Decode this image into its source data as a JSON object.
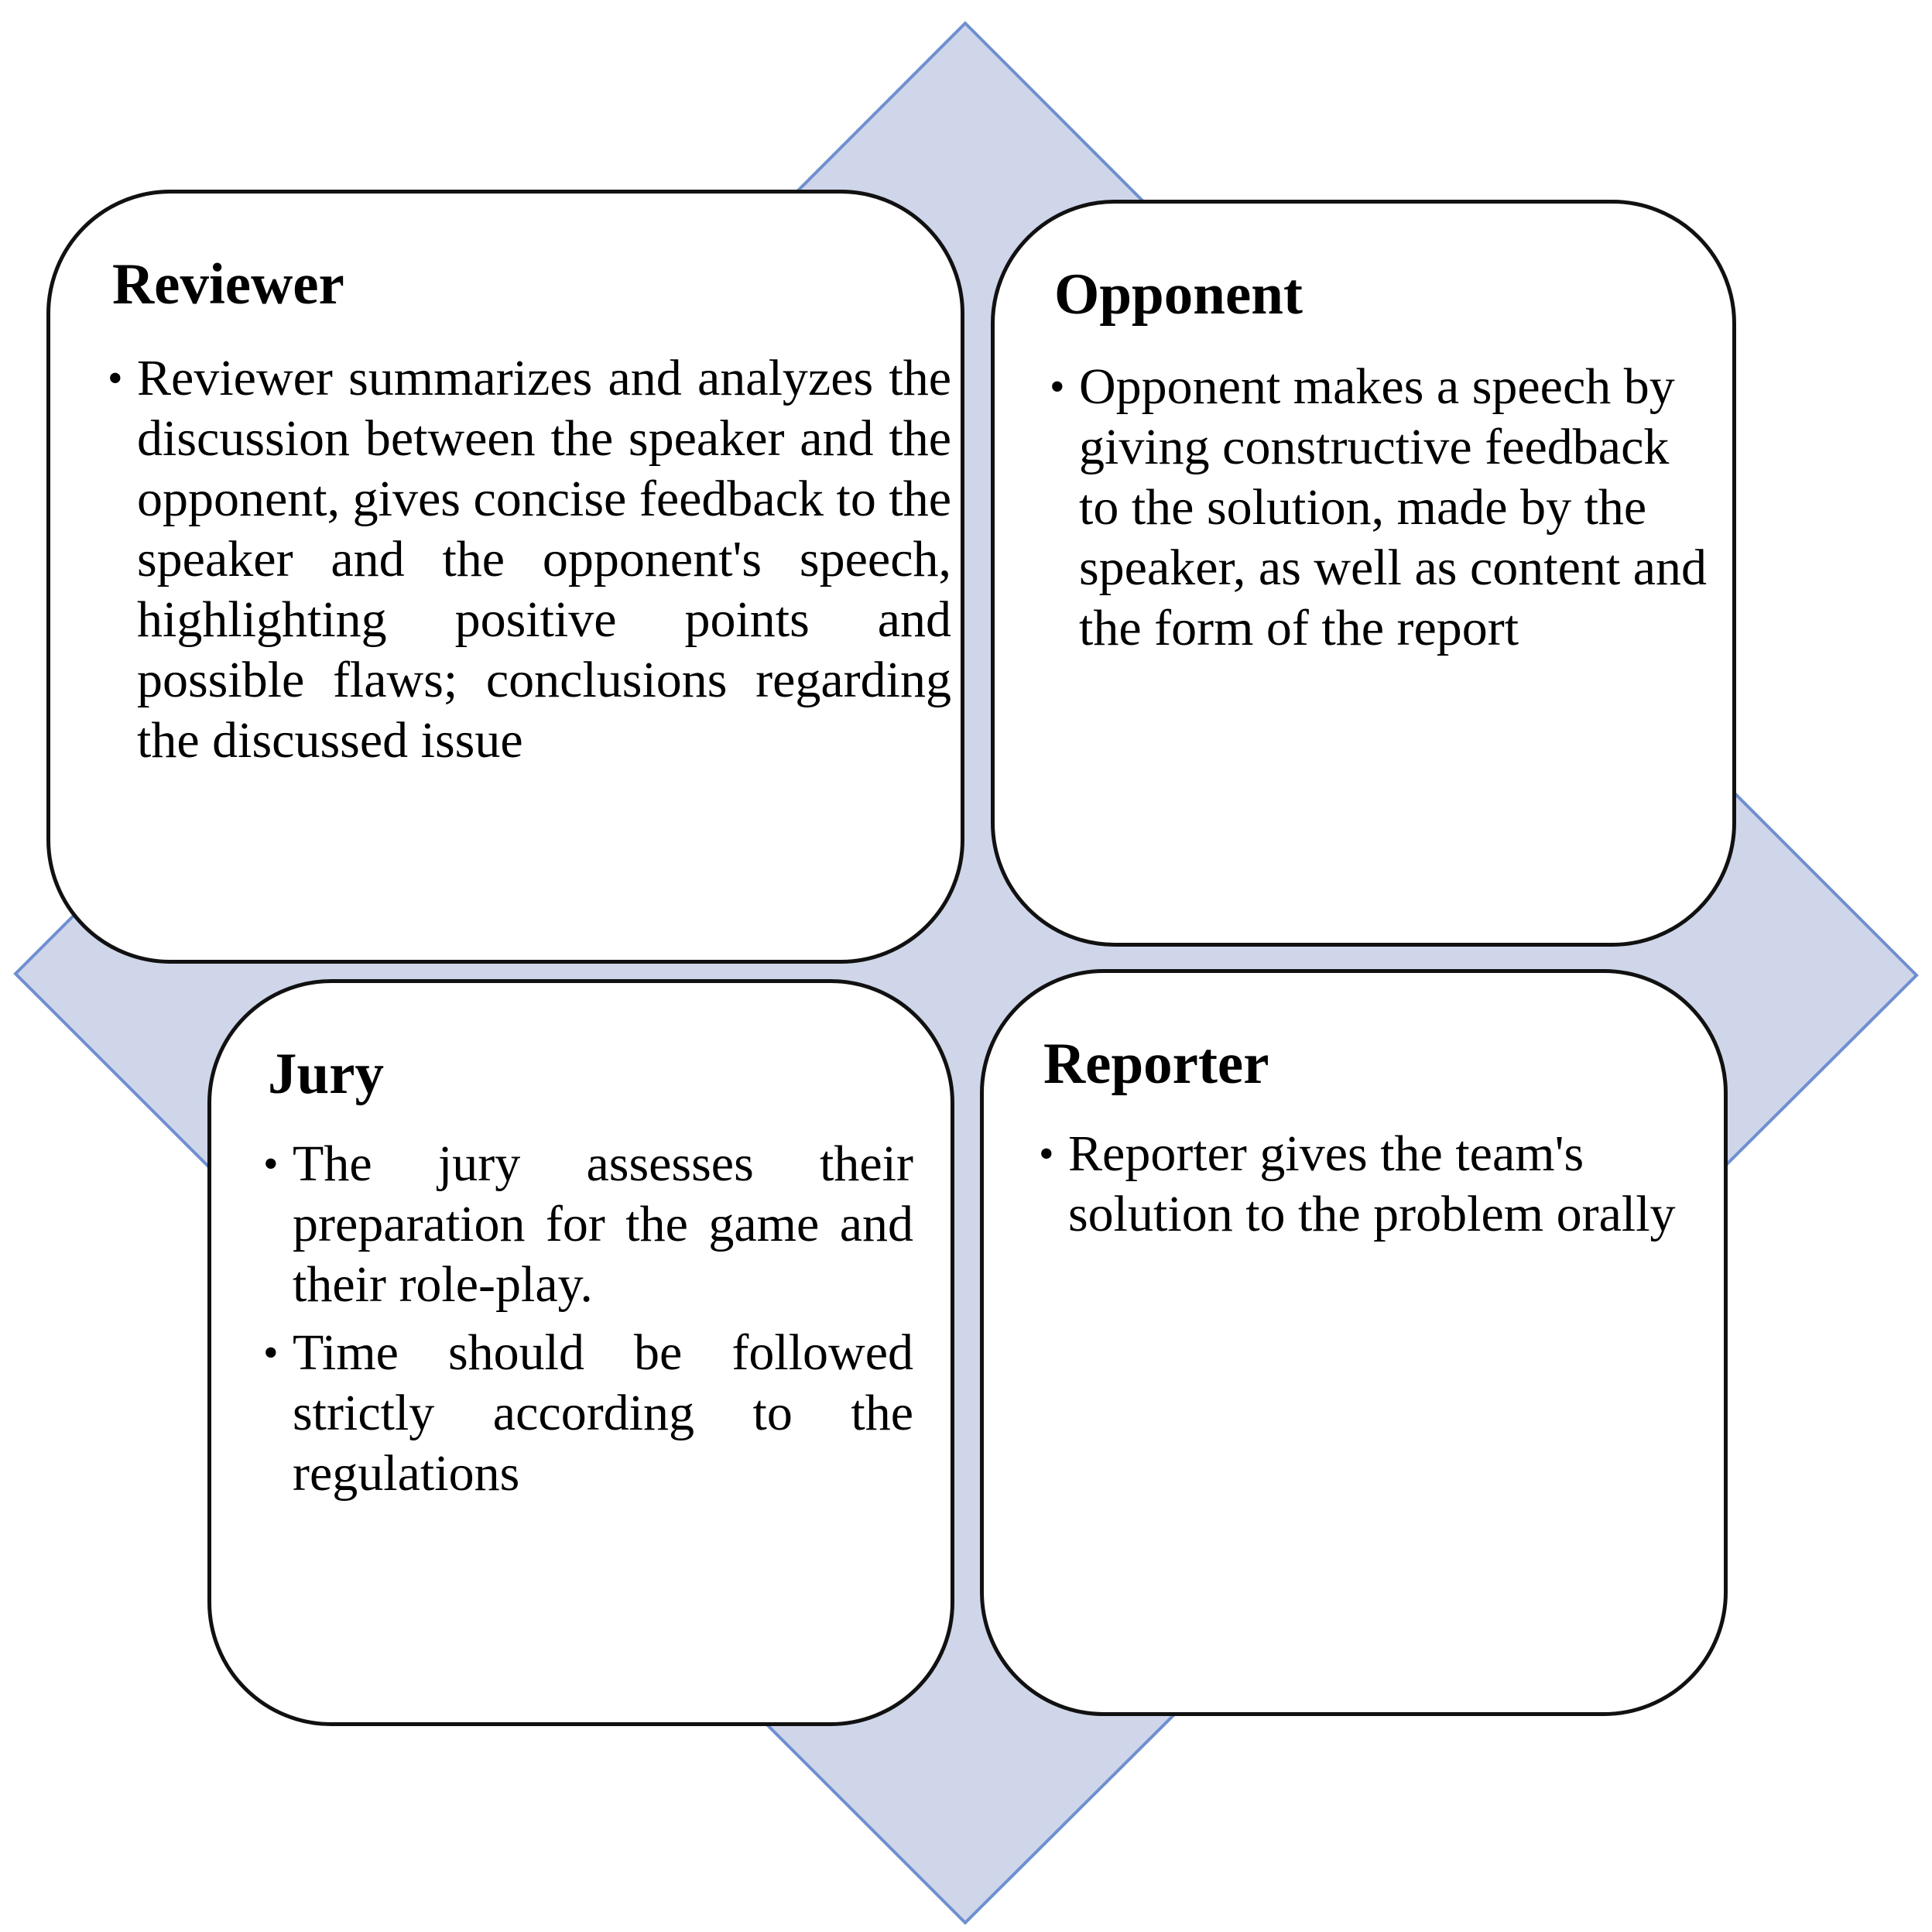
{
  "colors": {
    "diamond_fill": "#cfd6ea",
    "diamond_stroke": "#6f8fd0",
    "card_fill": "#ffffff",
    "card_border": "#111111",
    "text": "#000000"
  },
  "cards": {
    "reviewer": {
      "title": "Reviewer",
      "bullets": [
        "Reviewer summarizes and analyzes the discussion between the speaker and the opponent, gives concise feedback to the speaker and the opponent's speech, highlighting positive points and possible flaws; conclusions regarding the discussed issue"
      ]
    },
    "opponent": {
      "title": "Opponent",
      "bullets": [
        "Opponent makes a speech by giving constructive feedback to the solution, made by the speaker, as well as content and the form of the report"
      ]
    },
    "jury": {
      "title": "Jury",
      "bullets": [
        "The jury assesses their preparation for the game and their role-play.",
        "Time should be followed strictly according to the regulations"
      ]
    },
    "reporter": {
      "title": "Reporter",
      "bullets": [
        "Reporter gives the team's solution to the problem orally"
      ]
    }
  }
}
